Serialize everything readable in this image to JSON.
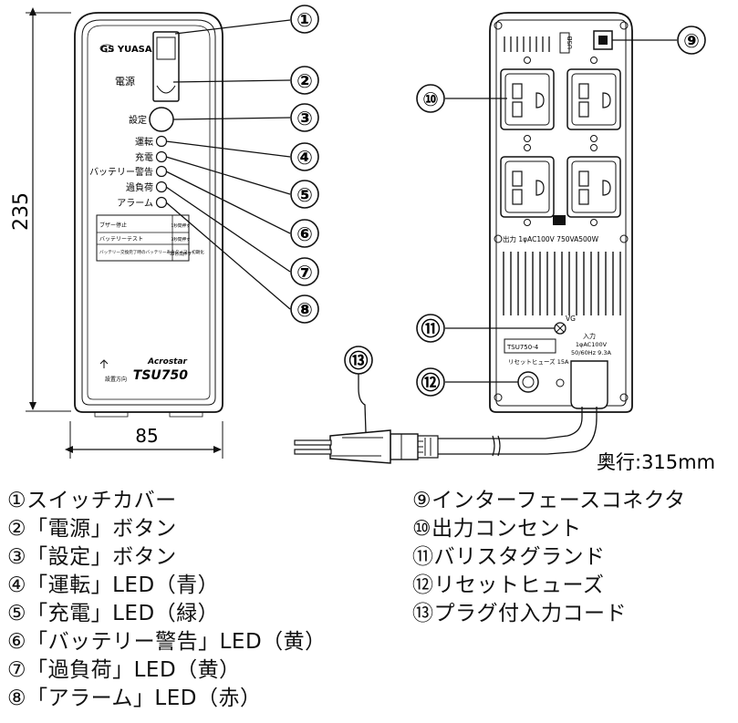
{
  "dimensions": {
    "height": "235",
    "width": "85",
    "depth": "奥行:315mm"
  },
  "callouts": [
    "①",
    "②",
    "③",
    "④",
    "⑤",
    "⑥",
    "⑦",
    "⑧",
    "⑨",
    "⑩",
    "⑪",
    "⑫",
    "⑬"
  ],
  "front_panel": {
    "brand": "GS YUASA",
    "power_label": "電源",
    "setting_label": "設定",
    "led_labels": [
      "運転",
      "充電",
      "バッテリー警告",
      "過負荷",
      "アラーム"
    ],
    "table_rows": [
      {
        "action": "ブザー停止",
        "hold": "1秒間押す"
      },
      {
        "action": "バッテリーテスト",
        "hold": "3秒間押す"
      },
      {
        "action": "バッテリー交換完了時のバッテリー寿命タイマー初期化",
        "hold": "12秒間押す"
      }
    ],
    "model_name": "Acrostar",
    "model_number": "TSU750",
    "orientation_note": "設置方向"
  },
  "back_panel": {
    "usb_label": "USB",
    "output_rating": "出力 1φAC100V 750VA500W",
    "vg_label": "VG",
    "model_plate": "TSU750-4",
    "fuse_label": "リセットヒューズ 15A",
    "input_label": "入力",
    "input_rating": "1φAC100V",
    "input_freq": "50/60Hz 9.3A"
  },
  "legend_left": [
    "①スイッチカバー",
    "②「電源」ボタン",
    "③「設定」ボタン",
    "④「運転」LED（青）",
    "⑤「充電」LED（緑）",
    "⑥「バッテリー警告」LED（黄）",
    "⑦「過負荷」LED（黄）",
    "⑧「アラーム」LED（赤）"
  ],
  "legend_right": [
    "⑨インターフェースコネクタ",
    "⑩出力コンセント",
    "⑪バリスタグランド",
    "⑫リセットヒューズ",
    "⑬プラグ付入力コード"
  ]
}
